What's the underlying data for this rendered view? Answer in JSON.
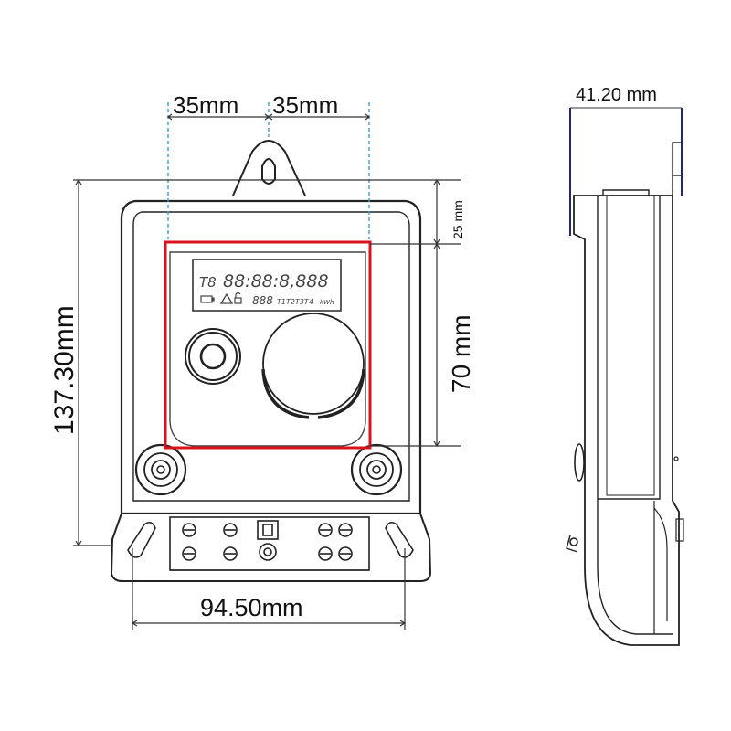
{
  "dimensions": {
    "top_left": "35mm",
    "top_right": "35mm",
    "side_depth": "41.20 mm",
    "top_gap": "25 mm",
    "window_height": "70 mm",
    "total_height": "137.30mm",
    "total_width": "94.50mm"
  },
  "display": {
    "row1_prefix": "T8",
    "row1_digits": "88:88:8,888",
    "row2_digits": "888",
    "row2_tariffs": "T1T2T3T4",
    "row2_unit": "kWh"
  },
  "colors": {
    "outline": "#222222",
    "highlight": "#d9131b",
    "guide": "#3aa0d8",
    "side_marker": "#1d2a7a",
    "dim_line": "#333333"
  }
}
